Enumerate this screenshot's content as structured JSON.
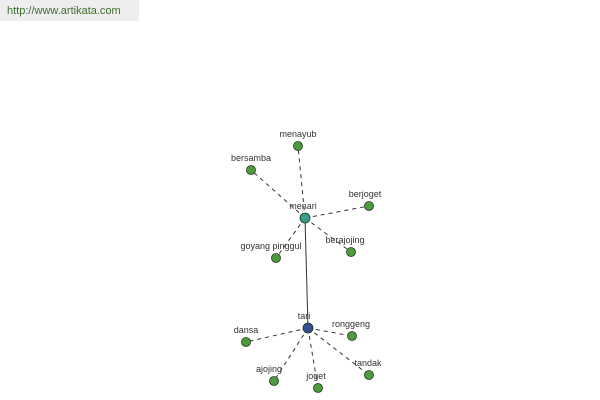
{
  "source": {
    "url_text": "http://www.artikata.com"
  },
  "colors": {
    "link_text": "#3d6d2e",
    "source_bg": "#eeeeee",
    "synonym_node": "#4e9a3e",
    "hub_node": "#3a9c8a",
    "root_node": "#2f4f8f",
    "edge": "#333333"
  },
  "graph": {
    "root": {
      "id": "tari",
      "label": "tari"
    },
    "hub": {
      "id": "menari",
      "label": "menari"
    },
    "hub_children": [
      {
        "id": "menayub",
        "label": "menayub"
      },
      {
        "id": "bersamba",
        "label": "bersamba"
      },
      {
        "id": "berjoget",
        "label": "berjoget"
      },
      {
        "id": "goyang-pinggul",
        "label": "goyang pinggul"
      },
      {
        "id": "berajojing",
        "label": "berajojing"
      }
    ],
    "root_children": [
      {
        "id": "dansa",
        "label": "dansa"
      },
      {
        "id": "ronggeng",
        "label": "ronggeng"
      },
      {
        "id": "ajojing",
        "label": "ajojing"
      },
      {
        "id": "joget",
        "label": "joget"
      },
      {
        "id": "tandak",
        "label": "tandak"
      }
    ]
  }
}
